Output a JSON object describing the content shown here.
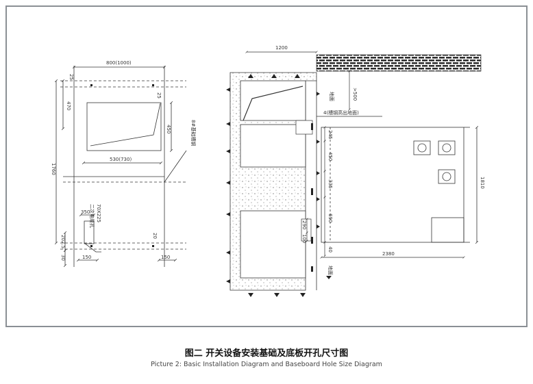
{
  "caption": {
    "zh": "图二 开关设备安装基础及底板开孔尺寸图",
    "en": "Picture 2: Basic Installation Diagram and Baseboard Hole Size Diagram"
  },
  "left_view": {
    "dims": {
      "width_top": "800(1000)",
      "d25_top": "25",
      "d25_right": "25",
      "d470": "470",
      "d450": "450",
      "d530": "530(730)",
      "d1760": "1760",
      "d350": "350",
      "d202": "202.5",
      "d30": "30",
      "d150_left": "150",
      "d150_right": "150",
      "d20": "20"
    },
    "labels": {
      "side_note": "8#基础槽钢",
      "box_note": "70X225",
      "cable_note": "二次电缆孔"
    }
  },
  "right_view": {
    "dims": {
      "width_top": "1200",
      "d500": ">500",
      "d4": "4(槽钢高出地面)",
      "d245": "245",
      "d450": "450",
      "d335": "335",
      "d690": "690",
      "d290": "290",
      "d100": "100",
      "d40": "40",
      "d2380": "2380",
      "d1810": "1810"
    },
    "labels": {
      "floor_top": "地面",
      "floor_bottom": "地面"
    }
  },
  "colors": {
    "line": "#333333",
    "hatch": "#2a2a2a",
    "concrete_dot": "#777777",
    "frame": "#8a8f94"
  }
}
